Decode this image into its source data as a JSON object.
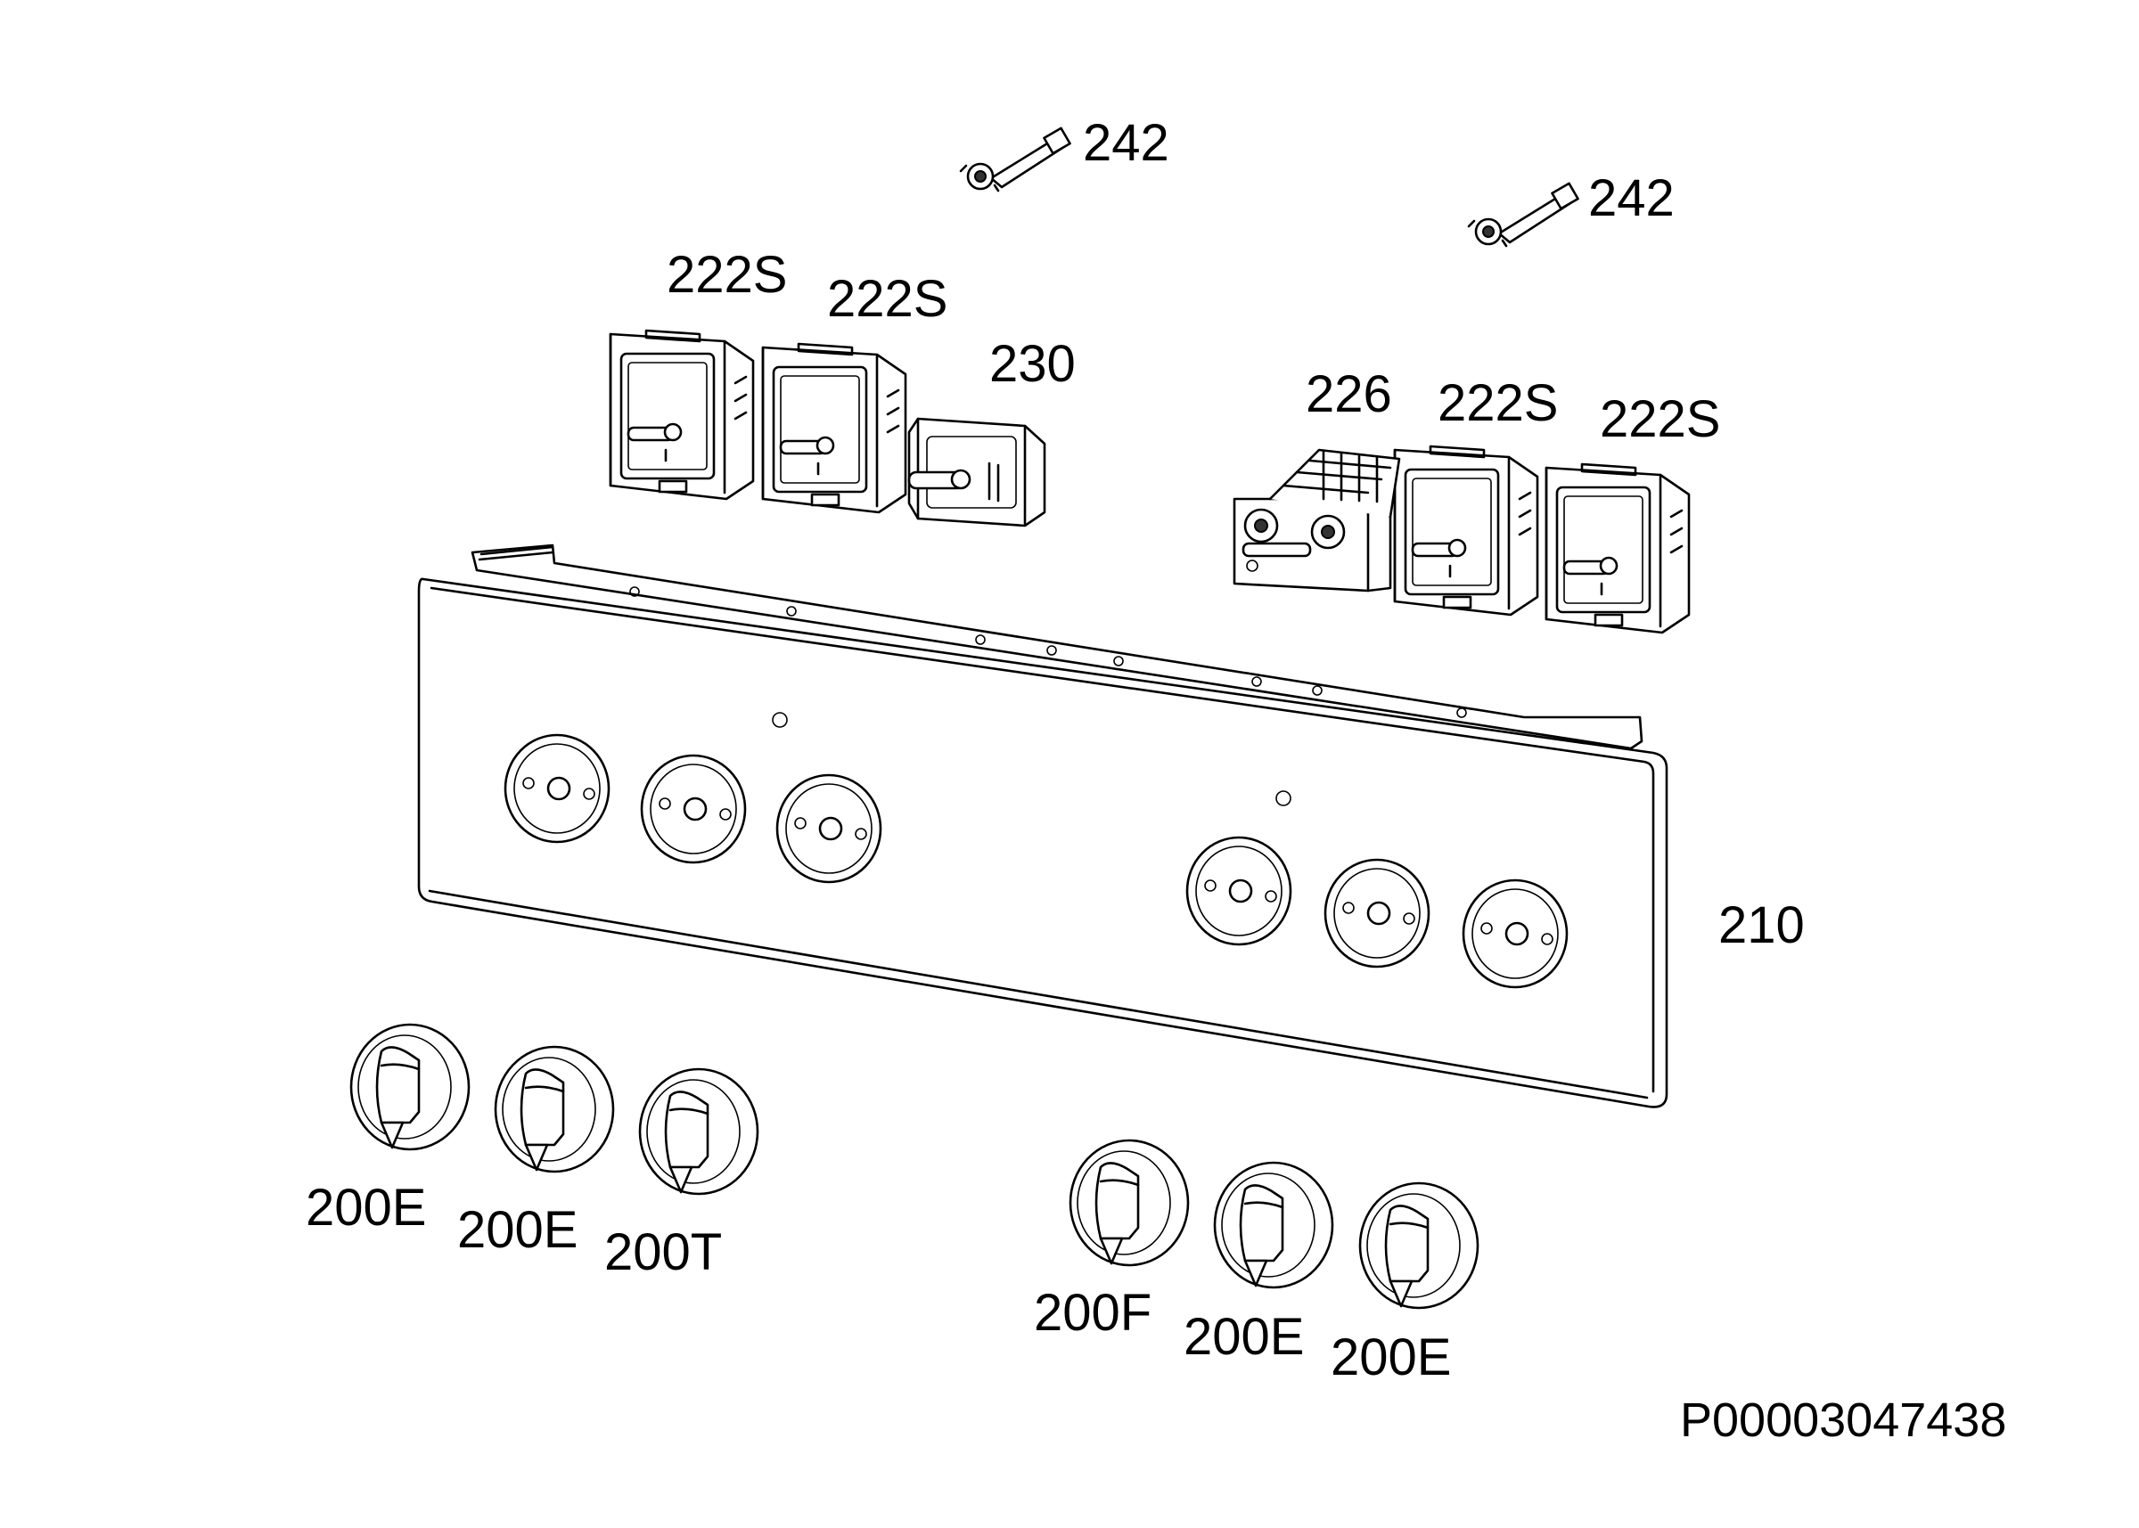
{
  "document_id": "P00003047438",
  "labels": {
    "p242_a": "242",
    "p242_b": "242",
    "p222s_1": "222S",
    "p222s_2": "222S",
    "p230": "230",
    "p226": "226",
    "p222s_3": "222S",
    "p222s_4": "222S",
    "p210": "210",
    "k1": "200E",
    "k2": "200E",
    "k3": "200T",
    "k4": "200F",
    "k5": "200E",
    "k6": "200E"
  }
}
